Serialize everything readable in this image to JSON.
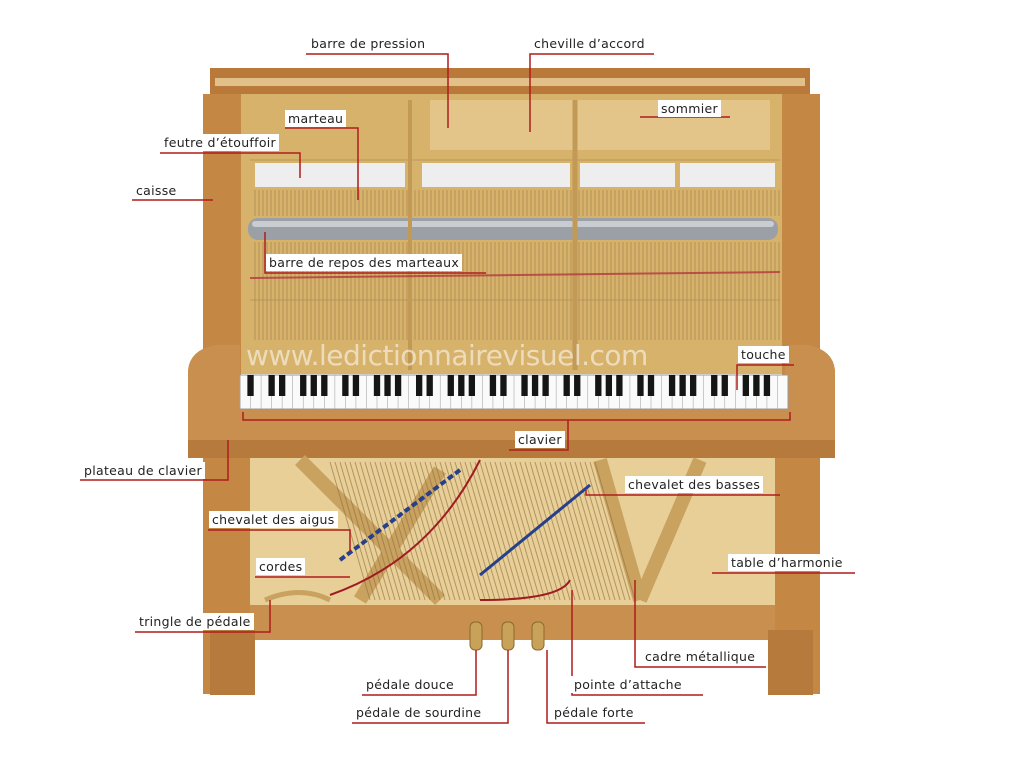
{
  "watermark": "www.ledictionnairevisuel.com",
  "labels": {
    "barre_de_pression": "barre de pression",
    "cheville_accord": "cheville d’accord",
    "sommier": "sommier",
    "marteau": "marteau",
    "feutre_etouffoir": "feutre d’étouffoir",
    "caisse": "caisse",
    "barre_repos": "barre de repos des marteaux",
    "touche": "touche",
    "clavier": "clavier",
    "plateau_clavier": "plateau de clavier",
    "chevalet_basses": "chevalet des basses",
    "chevalet_aigus": "chevalet des aigus",
    "cordes": "cordes",
    "table_harmonie": "table d’harmonie",
    "tringle_pedale": "tringle de pédale",
    "cadre_metallique": "cadre métallique",
    "pedale_douce": "pédale douce",
    "pointe_attache": "pointe d’attache",
    "pedale_sourdine": "pédale de sourdine",
    "pedale_forte": "pédale forte"
  },
  "colors": {
    "leader": "#b01c1c",
    "wood": "#c98f4e",
    "frame": "#d8b46c",
    "soundboard": "#e8cf98"
  }
}
